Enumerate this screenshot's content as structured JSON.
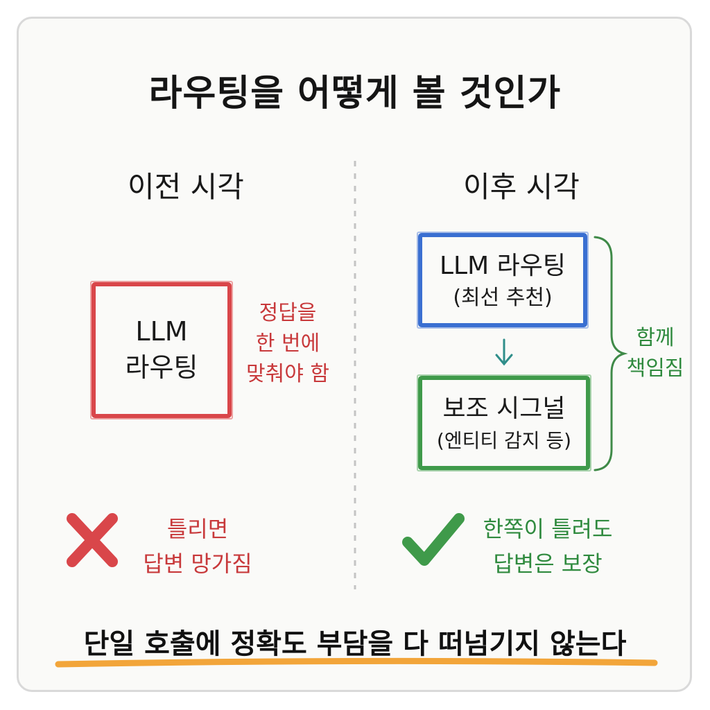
{
  "title": "라우팅을 어떻게 볼 것인가",
  "left": {
    "heading": "이전 시각",
    "box_line1": "LLM",
    "box_line2": "라우팅",
    "note_line1": "정답을",
    "note_line2": "한 번에",
    "note_line3": "맞춰야 함",
    "result_line1": "틀리면",
    "result_line2": "답변 망가짐",
    "color": "#d9464a"
  },
  "right": {
    "heading": "이후 시각",
    "box1_line1": "LLM 라우팅",
    "box1_line2": "(최선 추천)",
    "box2_line1": "보조 시그널",
    "box2_line2": "(엔티티 감지 등)",
    "brace_line1": "함께",
    "brace_line2": "책임짐",
    "result_line1": "한쪽이 틀려도",
    "result_line2": "답변은 보장",
    "blue": "#3a6fd1",
    "green": "#3f9a4a"
  },
  "footer": "단일 호출에 정확도 부담을 다 떠넘기지 않는다",
  "underline_color": "#f2a53a"
}
